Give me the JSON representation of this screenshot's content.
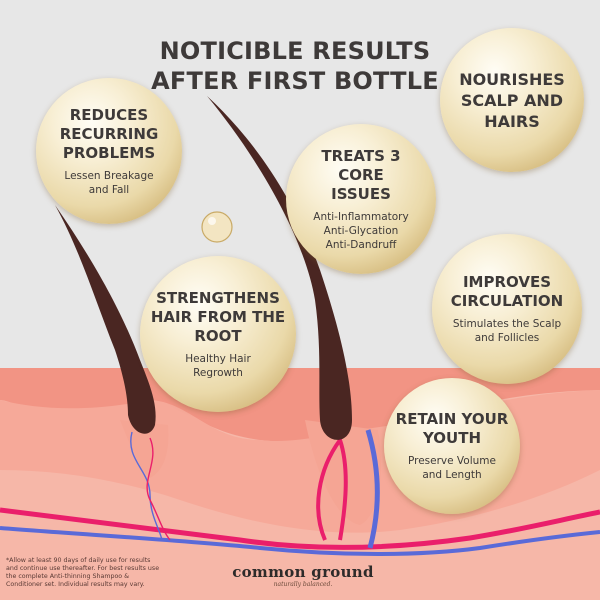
{
  "title": "NOTICIBLE RESULTS AFTER FIRST BOTTLE",
  "bubbles": {
    "reduces": {
      "heading": "REDUCES RECURRING PROBLEMS",
      "sub": "Lessen Breakage and Fall"
    },
    "nourishes": {
      "heading": "NOURISHES SCALP AND HAIRS",
      "sub": ""
    },
    "treats": {
      "heading": "TREATS 3 CORE ISSUES",
      "sub": "Anti-Inflammatory Anti-Glycation Anti-Dandruff"
    },
    "strengthens": {
      "heading": "STRENGTHENS HAIR FROM THE ROOT",
      "sub": "Healthy Hair Regrowth"
    },
    "improves": {
      "heading": "IMPROVES CIRCULATION",
      "sub": "Stimulates the Scalp and Follicles"
    },
    "retain": {
      "heading": "RETAIN YOUR YOUTH",
      "sub": "Preserve Volume and Length"
    }
  },
  "footnote": "*Allow at least 90 days of daily use for results and continue use thereafter. For best results use the complete Anti-thinning Shampoo & Conditioner set. Individual results may vary.",
  "brand": {
    "name": "common ground",
    "tagline": "naturally balanced."
  },
  "colors": {
    "background": "#e7e7e7",
    "skin_top": "#f4a396",
    "skin_deep": "#f6b8a8",
    "hair": "#4a2622",
    "vein_blue": "#5a6ad8",
    "artery_pink": "#ea1f6b",
    "text_dark": "#3e3a39"
  }
}
